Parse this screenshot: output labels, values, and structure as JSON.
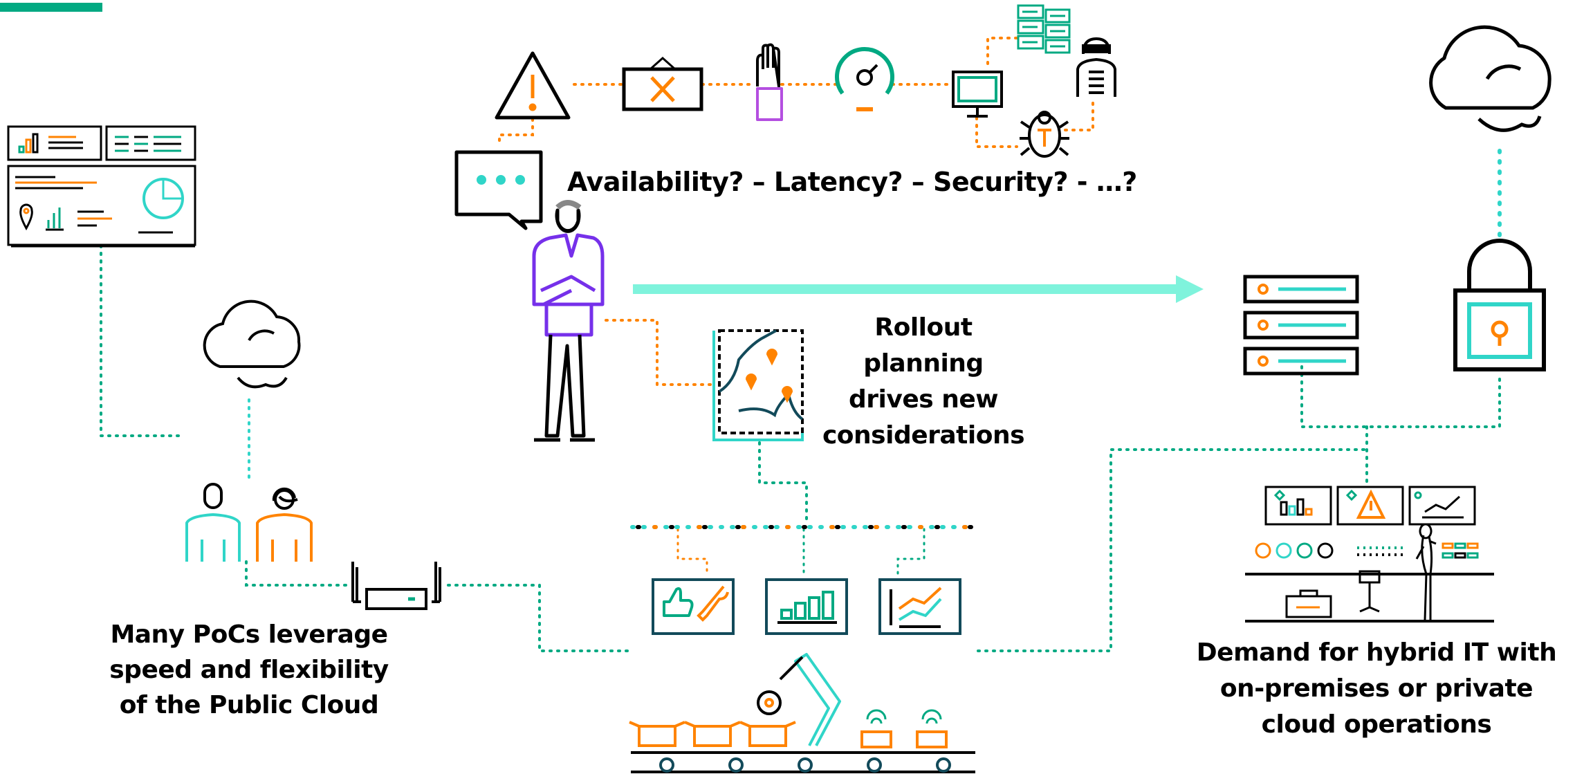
{
  "headline": "Availability? – Latency? – Security? - …?",
  "captions": {
    "left": [
      "Many PoCs leverage",
      "speed and flexibility",
      "of the Public Cloud"
    ],
    "middle": [
      "Rollout",
      "planning",
      "drives new",
      "considerations"
    ],
    "right": [
      "Demand for hybrid IT with",
      "on-premises or private",
      "cloud operations"
    ]
  },
  "icons": {
    "top_row": [
      "warning-icon",
      "close-box-icon",
      "raised-hand-icon",
      "speedometer-icon",
      "monitor-icon",
      "server-rack-icon",
      "hacker-icon",
      "bug-icon"
    ],
    "left_group": [
      "dashboard-icon",
      "cloud-icon",
      "user-icon",
      "support-agent-icon",
      "router-icon"
    ],
    "center_group": [
      "speech-bubble-icon",
      "business-person-icon",
      "map-icon",
      "thumbs-up-tool-icon",
      "bar-chart-icon",
      "line-chart-icon",
      "robot-arm-conveyor-icon"
    ],
    "right_group": [
      "cloud-icon",
      "padlock-icon",
      "server-stack-icon",
      "operations-control-room-icon"
    ]
  },
  "colors": {
    "accent_teal": "#01a982",
    "accent_cyan": "#30d5c8",
    "accent_orange": "#ff8300",
    "accent_purple": "#7630ea",
    "arrow": "#7ff3dc",
    "ink": "#000000",
    "dark_teal": "#124a5a",
    "brand_bar": "#01a982"
  }
}
